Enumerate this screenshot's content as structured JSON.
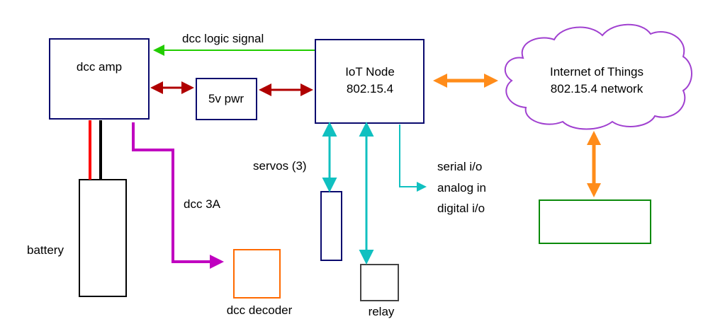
{
  "labels": {
    "dcc_amp": "dcc amp",
    "pwr": "5v pwr",
    "iot_node_line1": "IoT Node",
    "iot_node_line2": "802.15.4",
    "cloud_line1": "Internet of Things",
    "cloud_line2": "802.15.4 network",
    "dcc_logic_signal": "dcc logic signal",
    "dcc_3a": "dcc 3A",
    "servos": "servos (3)",
    "serial_io": "serial i/o",
    "analog_in": "analog in",
    "digital_io": "digital i/o",
    "battery": "battery",
    "dcc_decoder": "dcc decoder",
    "relay": "relay"
  },
  "colors": {
    "node_border": "#0a0a6e",
    "green_signal": "#22cc00",
    "power_arrow": "#b00000",
    "magenta_wire": "#c000c0",
    "cyan_link": "#10c0c0",
    "orange_link": "#ff8c1a",
    "cloud_border": "#a040d0",
    "decoder_border": "#ff6a00",
    "relay_border": "#444444",
    "green_box": "#0a8a0a",
    "battery_red": "#ff0000",
    "battery_black": "#000000"
  }
}
